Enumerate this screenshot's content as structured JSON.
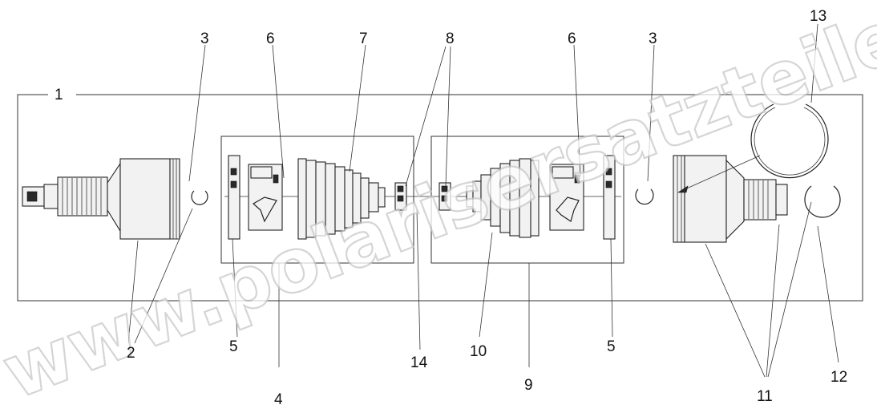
{
  "watermark": "www.polarisersatzteile.de",
  "callouts": {
    "c1": "1",
    "c2": "2",
    "c3_left": "3",
    "c3_right": "3",
    "c4": "4",
    "c5_left": "5",
    "c5_right": "5",
    "c6_left": "6",
    "c6_right": "6",
    "c7": "7",
    "c8": "8",
    "c9": "9",
    "c10": "10",
    "c11": "11",
    "c12": "12",
    "c13": "13",
    "c14": "14"
  },
  "colors": {
    "line": "#222222",
    "background": "#ffffff",
    "watermark_outline": "#c8c8c8"
  }
}
